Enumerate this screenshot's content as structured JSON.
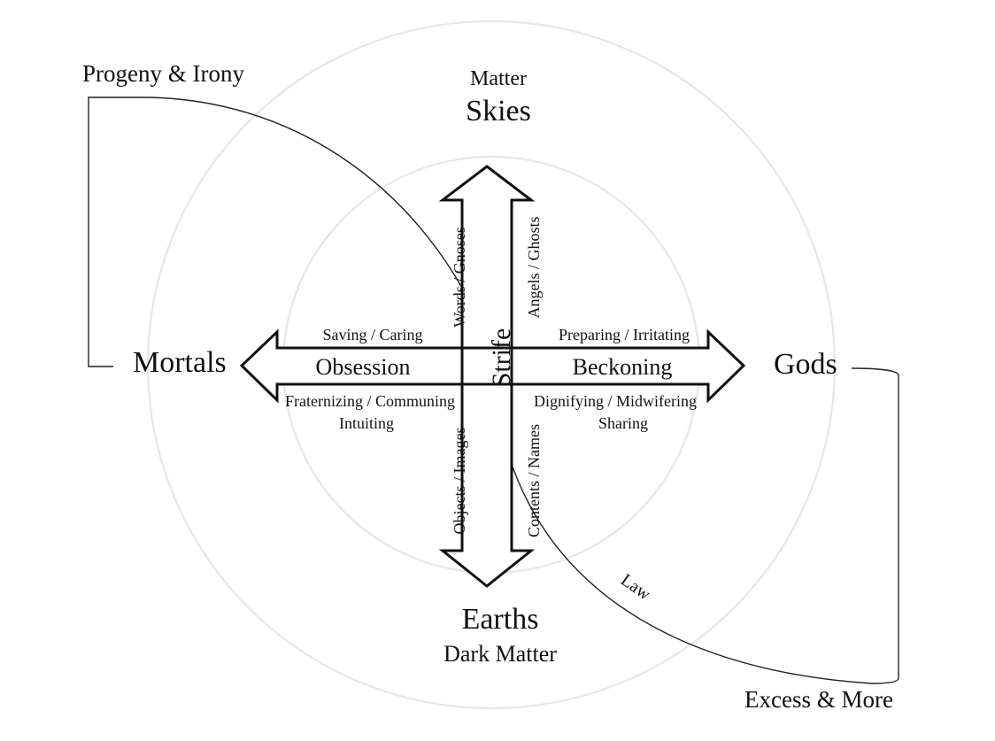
{
  "diagram": {
    "colors": {
      "ink": "#111111",
      "guide_circle": "#e6e6e6",
      "background": "#ffffff"
    },
    "cardinal": {
      "top_sub": "Matter",
      "top": "Skies",
      "bottom": "Earths",
      "bottom_sub": "Dark Matter",
      "left": "Mortals",
      "right": "Gods"
    },
    "center": "Strife",
    "horizontal_arrow": {
      "left_inside": "Obsession",
      "right_inside": "Beckoning",
      "left_above": "Saving / Caring",
      "right_above": "Preparing / Irritating",
      "left_below": "Fraternizing / Communing",
      "left_below_2": "Intuiting",
      "right_below": "Dignifying / Midwifering",
      "right_below_2": "Sharing"
    },
    "vertical_arrow": {
      "top_left": "Words / Gnoses",
      "top_right": "Angels / Ghosts",
      "bottom_left": "Objects  / Images",
      "bottom_right": "Contents / Names"
    },
    "bracket_labels": {
      "top_left": "Progeny & Irony",
      "bottom_right": "Excess & More",
      "arc": "Law"
    }
  }
}
